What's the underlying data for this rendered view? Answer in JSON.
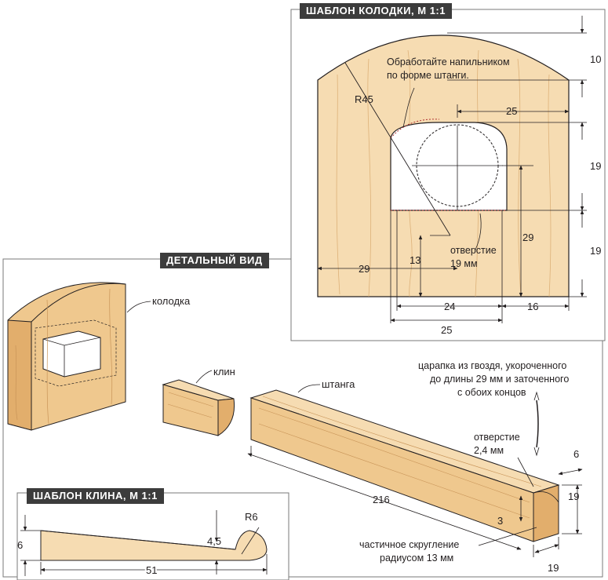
{
  "panels": {
    "template_block": "ШАБЛОН КОЛОДКИ, М 1:1",
    "detail_view": "ДЕТАЛЬНЫЙ ВИД",
    "template_wedge": "ШАБЛОН КЛИНА, М 1:1"
  },
  "block_template": {
    "note_file": [
      "Обработайте напильником",
      "по форме штанги."
    ],
    "radius": "R45",
    "hole_note": [
      "отверстие",
      "19 мм"
    ],
    "dims": {
      "top_gap": "10",
      "opening_width_top": "25",
      "opening_height": "19",
      "lower_height": "19",
      "center_height": "29",
      "center_offset": "13",
      "left_offset": "29",
      "bottom_24": "24",
      "right_16": "16",
      "bottom_25": "25"
    }
  },
  "detail": {
    "block_label": "колодка",
    "wedge_label": "клин",
    "bar_label": "штанга",
    "scriber_note": [
      "царапка из гвоздя, укороченного",
      "до длины 29 мм и заточенного",
      "с обоих концов"
    ],
    "hole_note": [
      "отверстие",
      "2,4 мм"
    ],
    "round_note": [
      "частичное скругление",
      "радиусом 13 мм"
    ],
    "dims": {
      "length": "216",
      "depth": "6",
      "height": "19",
      "width": "19",
      "offset": "3"
    }
  },
  "wedge_template": {
    "radius": "R6",
    "dims": {
      "height_left": "6",
      "height_right": "4,5",
      "length": "51"
    }
  },
  "colors": {
    "wood_light": "#f6dcb2",
    "wood_mid": "#efc88e",
    "wood_dark": "#e2ae6c",
    "wood_grain": "#c89458",
    "line": "#231f20",
    "title_bg": "#3c3c3c"
  }
}
